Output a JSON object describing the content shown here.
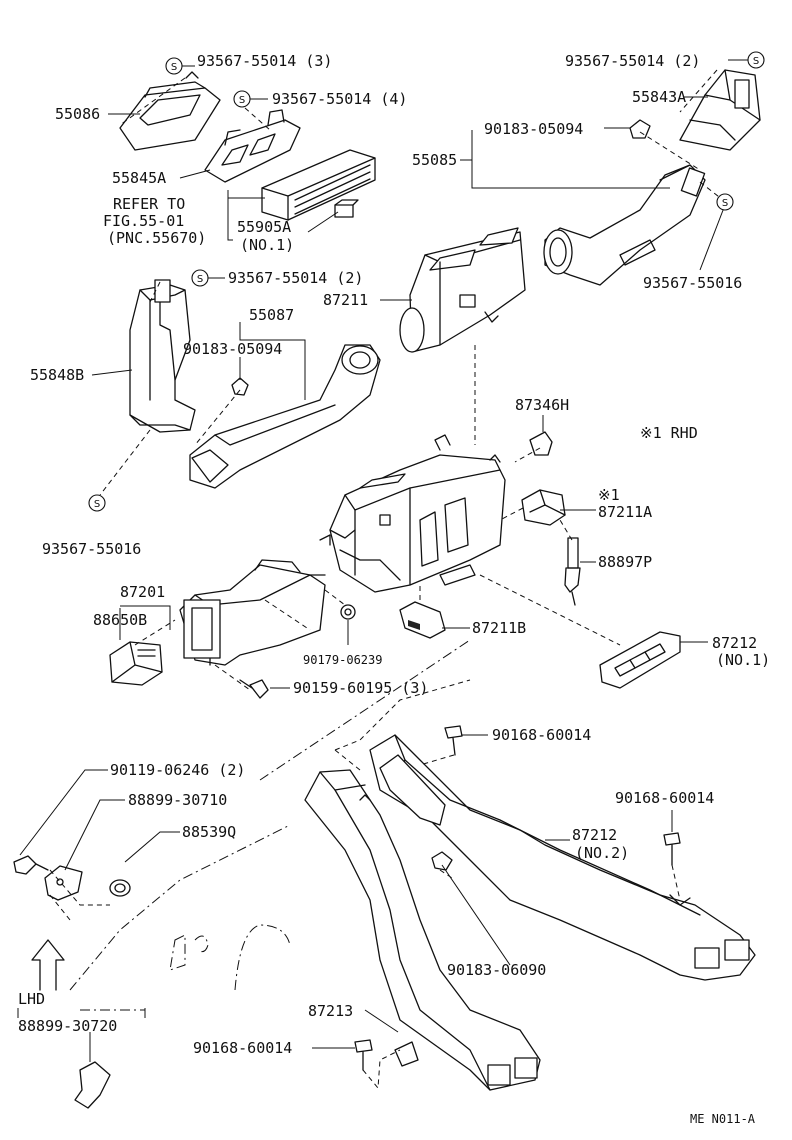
{
  "labels": {
    "p93567_55014_3": "93567-55014 (3)",
    "p55086": "55086",
    "p93567_55014_4": "93567-55014 (4)",
    "p55845A": "55845A",
    "refer_line1": "REFER TO",
    "refer_line2": "FIG.55-01",
    "refer_line3": "(PNC.55670)",
    "p55905A": "55905A",
    "p55905A_sub": "(NO.1)",
    "p93567_55014_2_top": "93567-55014 (2)",
    "p55843A": "55843A",
    "p90183_05094_top": "90183-05094",
    "p55085": "55085",
    "p93567_55016_right": "93567-55016",
    "p87211": "87211",
    "p93567_55014_2_left": "93567-55014 (2)",
    "p55087": "55087",
    "p90183_05094_left": "90183-05094",
    "p55848B": "55848B",
    "p87346H": "87346H",
    "rhd_note": "※1 RHD",
    "p87211A_mark": "※1",
    "p87211A": "87211A",
    "p88897P": "88897P",
    "p93567_55016_left": "93567-55016",
    "p87201": "87201",
    "p88650B": "88650B",
    "p90179_06239": "90179-06239",
    "p87211B": "87211B",
    "p87212_no1": "87212",
    "p87212_no1_sub": "(NO.1)",
    "p90159_60195": "90159-60195 (3)",
    "p90168_60014_a": "90168-60014",
    "p90119_06246": "90119-06246 (2)",
    "p88899_30710": "88899-30710",
    "p90168_60014_b": "90168-60014",
    "p88539Q": "88539Q",
    "p87212_no2": "87212",
    "p87212_no2_sub": "(NO.2)",
    "p90183_06090": "90183-06090",
    "lhd": "LHD",
    "p88899_30720": "88899-30720",
    "p87213": "87213",
    "p90168_60014_c": "90168-60014",
    "fig_code": "ME  N011-A"
  },
  "s_marker": "S"
}
